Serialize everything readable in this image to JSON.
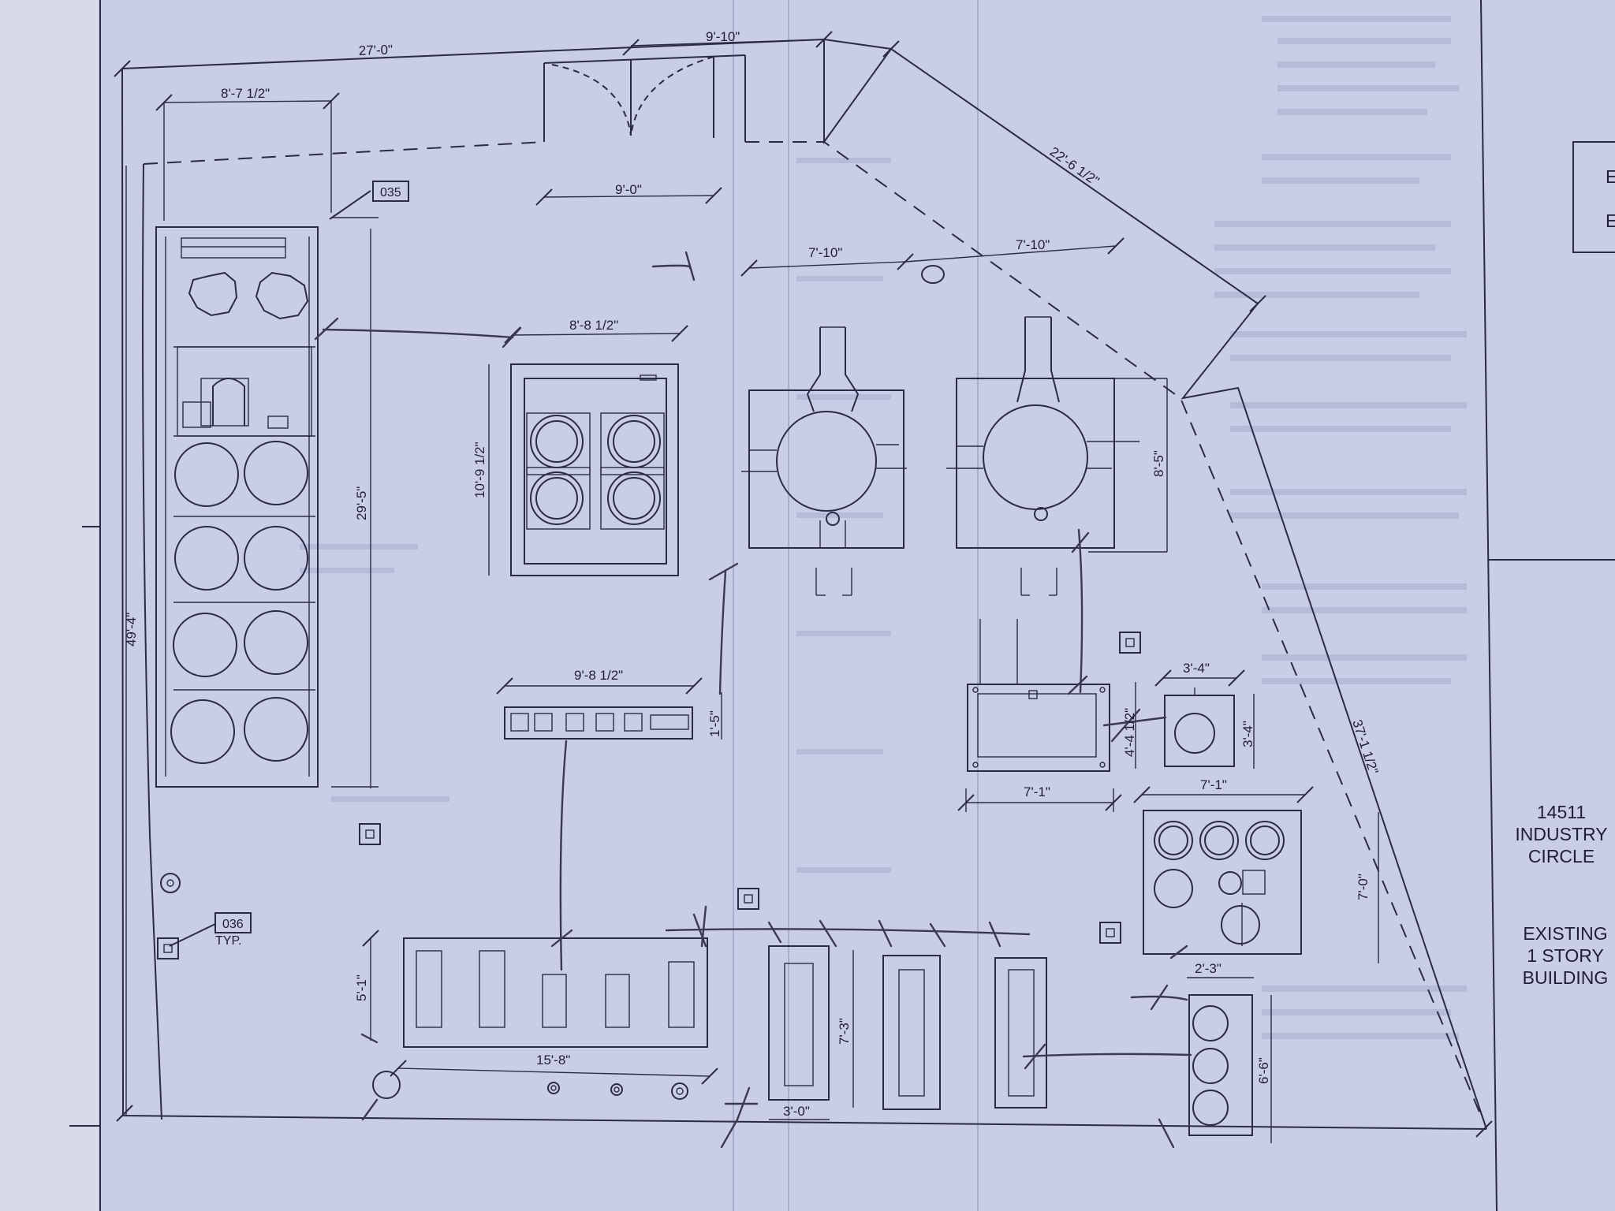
{
  "dimensions": {
    "d27_0": "27'-0\"",
    "d8_7h": "8'-7 1/2\"",
    "d9_10_top": "9'-10\"",
    "d9_0": "9'-0\"",
    "d22_6h": "22'-6 1/2\"",
    "d7_10_a": "7'-10\"",
    "d7_10_b": "7'-10\"",
    "d8_8h": "8'-8 1/2\"",
    "d10_9h": "10'-9 1/2\"",
    "d29_5": "29'-5\"",
    "d49_4": "49'-4\"",
    "d8_5": "8'-5\"",
    "d9_8h": "9'-8 1/2\"",
    "d1_5": "1'-5\"",
    "d3_4_top": "3'-4\"",
    "d3_4_side": "3'-4\"",
    "d4_4h": "4'-4 1/2\"",
    "d7_1_a": "7'-1\"",
    "d7_1_b": "7'-1\"",
    "d37_1h": "37'-1 1/2\"",
    "d7_0": "7'-0\"",
    "d2_3": "2'-3\"",
    "d6_6": "6'-6\"",
    "d5_1": "5'-1\"",
    "d15_8": "15'-8\"",
    "d7_3": "7'-3\"",
    "d3_0": "3'-0\""
  },
  "tags": {
    "t035": "035",
    "t036": "036",
    "typ": "TYP."
  },
  "title_block": {
    "address": [
      "14511",
      "INDUSTRY",
      "CIRCLE"
    ],
    "existing": [
      "EXISTING",
      "1 STORY",
      "BUILDING"
    ],
    "edge_letters": [
      "E",
      "E"
    ]
  },
  "colors": {
    "paper": "#c9cde6",
    "ink": "#2a2b45",
    "pencil": "#3a3a4e"
  }
}
